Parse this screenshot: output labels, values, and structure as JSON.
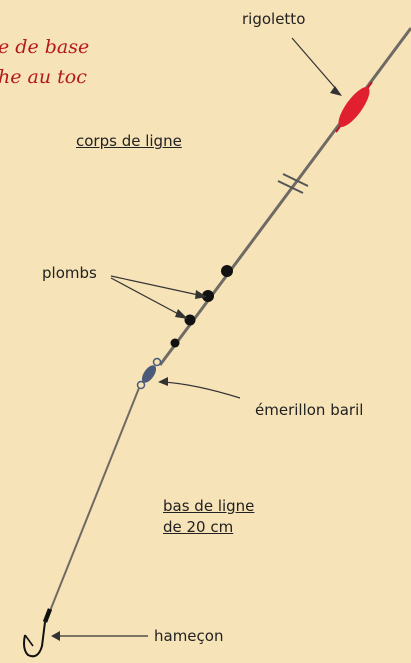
{
  "title": {
    "line1": "e de base",
    "line2": "he au toc"
  },
  "labels": {
    "rigoletto": "rigoletto",
    "corps_de_ligne": "corps de ligne",
    "plombs": "plombs",
    "emerillon": "émerillon baril",
    "bas_de_ligne_1": "bas de ligne",
    "bas_de_ligne_2": "de 20 cm",
    "hamecon": "hameçon"
  },
  "colors": {
    "background": "#f7e3b8",
    "title": "#b31b1b",
    "line": "#6e6a64",
    "float": "#e0202e",
    "sinker": "#111111",
    "swivel": "#4a5a78",
    "text": "#222222"
  }
}
